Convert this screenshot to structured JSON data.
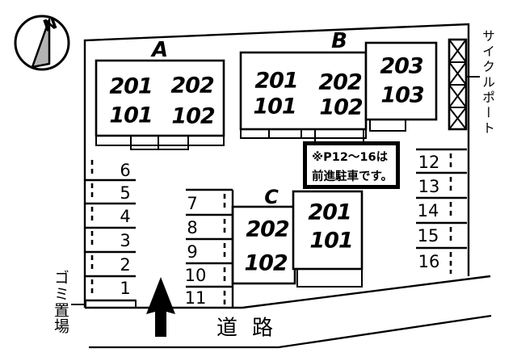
{
  "compass": {
    "label": "N"
  },
  "buildings": {
    "a": {
      "label": "A",
      "rooms": [
        "201",
        "202",
        "101",
        "102"
      ]
    },
    "b": {
      "label": "B",
      "rooms": [
        "201",
        "202",
        "101",
        "102"
      ],
      "rooms_right": [
        "203",
        "103"
      ]
    },
    "c": {
      "label": "C",
      "rooms_left": [
        "202",
        "102"
      ],
      "rooms_right": [
        "201",
        "101"
      ]
    }
  },
  "parking": {
    "left": [
      "6",
      "5",
      "4",
      "3",
      "2",
      "1"
    ],
    "middle": [
      "7",
      "8",
      "9",
      "10",
      "11"
    ],
    "right": [
      "12",
      "13",
      "14",
      "15",
      "16"
    ]
  },
  "note": {
    "line1": "※P12～16は",
    "line2": "前進駐車です。"
  },
  "labels": {
    "cycle_port": "サイクルポート",
    "garbage": "ゴミ置場",
    "road": "道路"
  },
  "colors": {
    "line": "#000000",
    "background": "#ffffff"
  }
}
